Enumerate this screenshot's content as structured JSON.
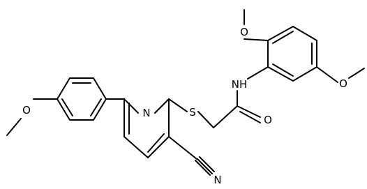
{
  "molecule": {
    "labels": {
      "pyridine_n": "N",
      "thioether_s": "S",
      "amide_o": "O",
      "amide_nh": "NH",
      "nitrile_n": "N",
      "aryl_o_left": "O",
      "aryl_o_top": "O",
      "aryl_o_right": "O"
    }
  }
}
